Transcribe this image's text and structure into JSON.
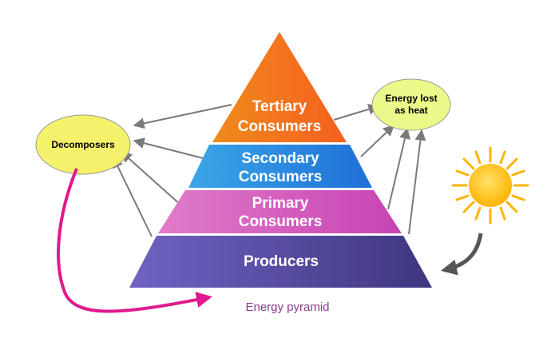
{
  "pyramid": {
    "tertiary": {
      "line1": "Tertiary",
      "line2": "Consumers"
    },
    "secondary": {
      "line1": "Secondary",
      "line2": "Consumers"
    },
    "primary": {
      "line1": "Primary",
      "line2": "Consumers"
    },
    "producers": {
      "label": "Producers"
    }
  },
  "decomposers": {
    "label": "Decomposers"
  },
  "heat": {
    "line1": "Energy lost",
    "line2": "as heat"
  },
  "caption": "Energy pyramid",
  "colors": {
    "tertiary": "#f57d22",
    "secondary": "#2a8ee0",
    "primary": "#d85fc0",
    "producers": "#5b4fb0",
    "bubble_fill": "#f4f26a",
    "arrow": "#7a7a7a",
    "recycle_arrow": "#e0198f",
    "sun": "#ffc107"
  }
}
